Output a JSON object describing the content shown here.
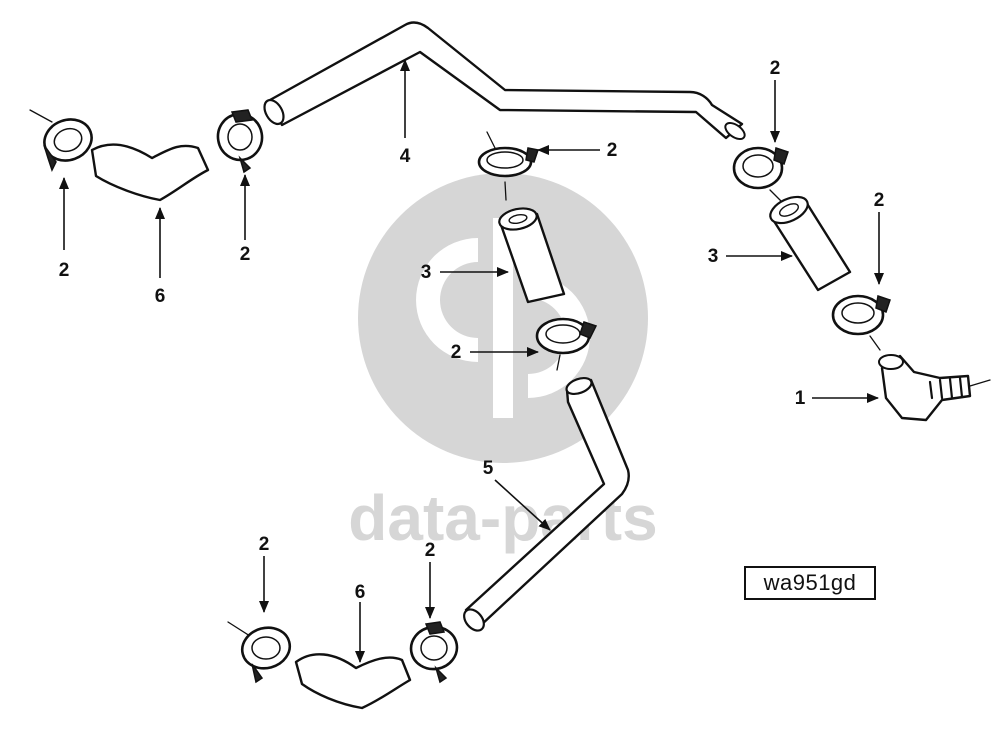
{
  "diagram": {
    "watermark_text": "data-parts",
    "reference_code": "wa951gd",
    "callouts": [
      {
        "id": "c-2-a",
        "label": "2"
      },
      {
        "id": "c-6-a",
        "label": "6"
      },
      {
        "id": "c-2-b",
        "label": "2"
      },
      {
        "id": "c-4",
        "label": "4"
      },
      {
        "id": "c-2-c",
        "label": "2"
      },
      {
        "id": "c-3-a",
        "label": "3"
      },
      {
        "id": "c-2-d",
        "label": "2"
      },
      {
        "id": "c-2-e",
        "label": "2"
      },
      {
        "id": "c-2-f",
        "label": "2"
      },
      {
        "id": "c-3-b",
        "label": "3"
      },
      {
        "id": "c-1",
        "label": "1"
      },
      {
        "id": "c-5",
        "label": "5"
      },
      {
        "id": "c-2-g",
        "label": "2"
      },
      {
        "id": "c-6-b",
        "label": "6"
      },
      {
        "id": "c-2-h",
        "label": "2"
      }
    ],
    "colors": {
      "ink": "#111111",
      "watermark": "#d6d6d6"
    }
  }
}
